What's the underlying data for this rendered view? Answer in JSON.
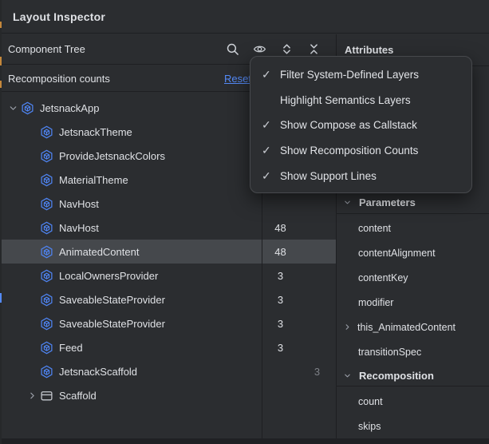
{
  "window": {
    "title": "Layout Inspector"
  },
  "component_tree": {
    "title": "Component Tree",
    "toolbar": {
      "icons": [
        "search",
        "view-options-eye",
        "expand-all",
        "collapse-all"
      ]
    },
    "recomposition_bar": {
      "label": "Recomposition counts",
      "reset": "Reset"
    },
    "rows": [
      {
        "label": "JetsnackApp",
        "count": "",
        "skips": ""
      },
      {
        "label": "JetsnackTheme",
        "count": "",
        "skips": ""
      },
      {
        "label": "ProvideJetsnackColors",
        "count": "",
        "skips": ""
      },
      {
        "label": "MaterialTheme",
        "count": "",
        "skips": ""
      },
      {
        "label": "NavHost",
        "count": "",
        "skips": ""
      },
      {
        "label": "NavHost",
        "count": "48",
        "skips": ""
      },
      {
        "label": "AnimatedContent",
        "count": "48",
        "skips": ""
      },
      {
        "label": "LocalOwnersProvider",
        "count": "3",
        "skips": ""
      },
      {
        "label": "SaveableStateProvider",
        "count": "3",
        "skips": ""
      },
      {
        "label": "SaveableStateProvider",
        "count": "3",
        "skips": ""
      },
      {
        "label": "Feed",
        "count": "3",
        "skips": ""
      },
      {
        "label": "JetsnackScaffold",
        "count": "",
        "skips": "3"
      },
      {
        "label": "Scaffold",
        "count": "",
        "skips": ""
      }
    ],
    "selected_row": "AnimatedContent"
  },
  "view_menu": {
    "items": [
      {
        "label": "Filter System-Defined Layers",
        "check": "✓"
      },
      {
        "label": "Highlight Semantics Layers",
        "check": ""
      },
      {
        "label": "Show Compose as Callstack",
        "check": "✓"
      },
      {
        "label": "Show Recomposition Counts",
        "check": "✓"
      },
      {
        "label": "Show Support Lines",
        "check": "✓"
      }
    ]
  },
  "attributes": {
    "title": "Attributes",
    "sections": [
      {
        "title": "Parameters",
        "items": [
          "content",
          "contentAlignment",
          "contentKey",
          "modifier",
          "this_AnimatedContent",
          "transitionSpec"
        ]
      },
      {
        "title": "Recomposition",
        "items": [
          "count",
          "skips"
        ]
      }
    ]
  },
  "colors": {
    "background": "#2b2d30",
    "border": "#1e1f22",
    "selection": "#45484c",
    "text": "#dfe1e5",
    "dim_text": "#7d8187",
    "accent_blue": "#548af7",
    "compose_icon_blue": "#4e83f0"
  }
}
